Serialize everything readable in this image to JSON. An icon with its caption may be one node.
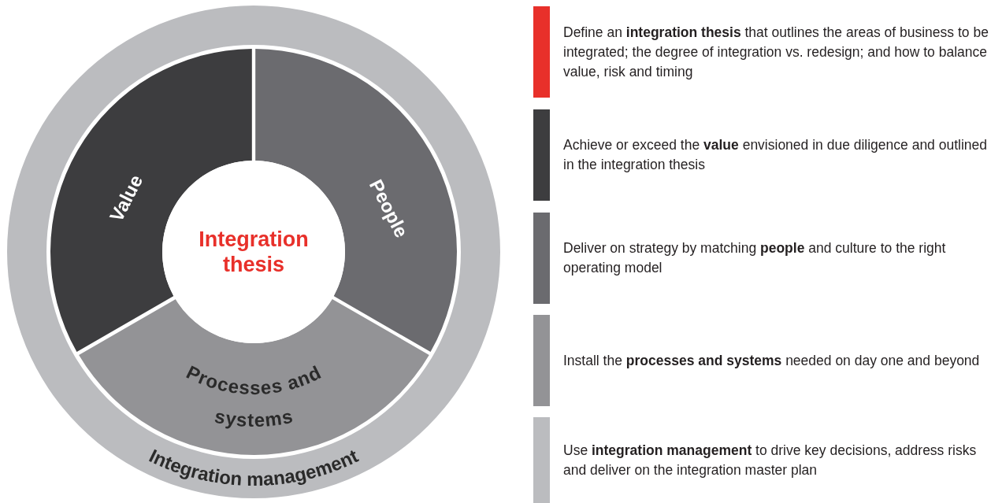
{
  "diagram": {
    "nodes": [
      {
        "text": [
          "Integration management"
        ]
      },
      {
        "text": [
          "Value"
        ],
        "in": 0
      },
      {
        "text": [
          "People"
        ],
        "in": 0
      },
      {
        "text": [
          "Processes and systems"
        ],
        "in": 0
      },
      {
        "text": [
          "Integration thesis"
        ],
        "in": 0
      }
    ],
    "legend": [
      {
        "text": "Define an **integration thesis** that outlines the areas of business to be integrated; the degree of integration vs. redesign; and how to balance value, risk and timing",
        "color": "#e8302a"
      },
      {
        "text": "Achieve or exceed the **value** envisioned in due diligence and outlined in the integration thesis",
        "color": "#3d3d3f"
      },
      {
        "text": "Deliver on strategy by matching **people** and culture to the right operating model",
        "color": "#6b6b6f"
      },
      {
        "text": "Install the **processes and systems** needed on day one and beyond",
        "color": "#939396"
      },
      {
        "text": "Use **integration management** to drive key decisions, address risks and deliver on the integration master plan",
        "color": "#bbbcbf"
      }
    ]
  }
}
